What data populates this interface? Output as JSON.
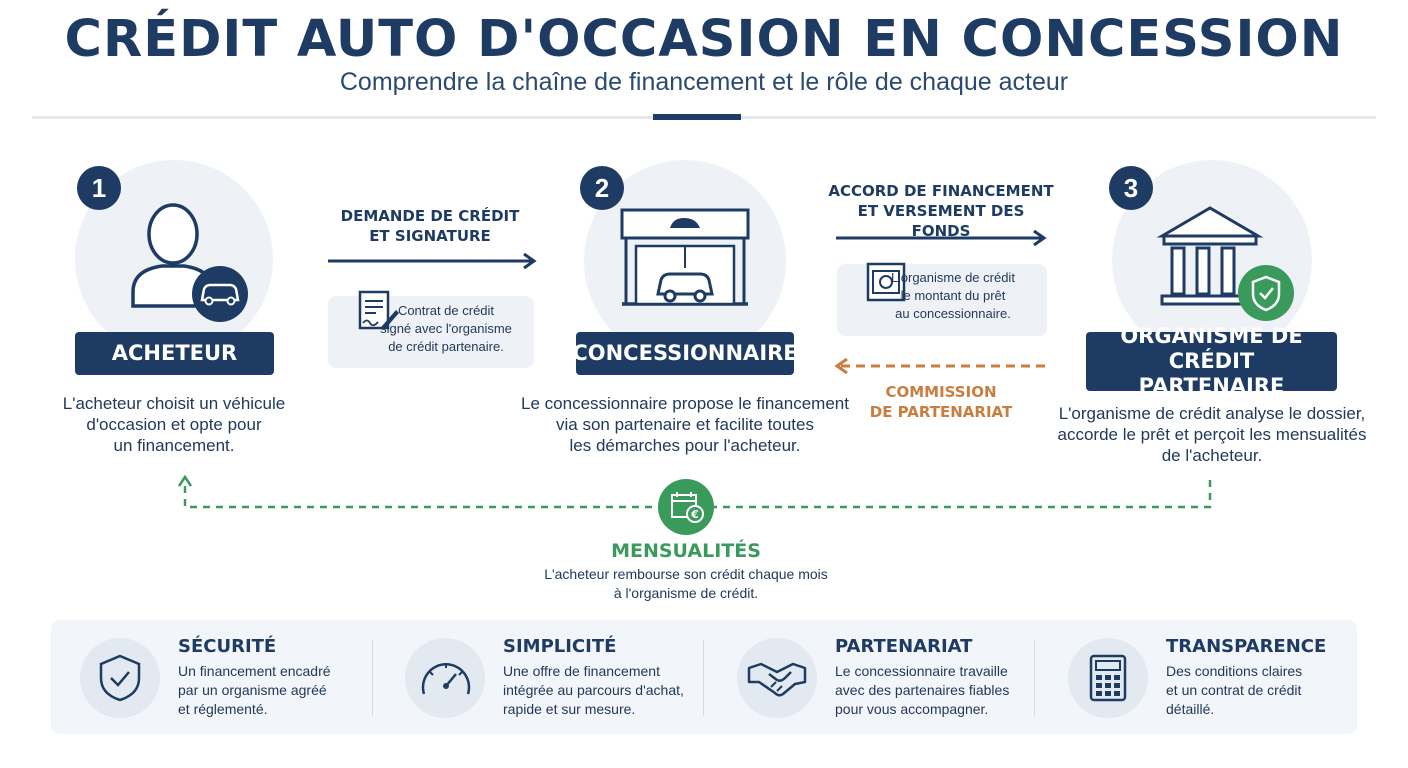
{
  "header": {
    "title": "CRÉDIT AUTO D'OCCASION EN CONCESSION",
    "subtitle": "Comprendre la chaîne de financement et le rôle de chaque acteur"
  },
  "actors": [
    {
      "number": "1",
      "role": "ACHETEUR",
      "icon": "person-car-icon",
      "description": [
        "L'acheteur choisit un véhicule",
        "d'occasion et opte pour",
        "un financement."
      ]
    },
    {
      "number": "2",
      "role": "CONCESSIONNAIRE",
      "icon": "dealership-icon",
      "description": [
        "Le concessionnaire propose le financement",
        "via son partenaire et facilite toutes",
        "les démarches pour l'acheteur."
      ]
    },
    {
      "number": "3",
      "role": [
        "ORGANISME DE CRÉDIT",
        "PARTENAIRE"
      ],
      "icon": "bank-shield-icon",
      "description": [
        "L'organisme de crédit analyse le dossier,",
        "accorde le prêt et perçoit les mensualités",
        "de l'acheteur."
      ]
    }
  ],
  "flows": {
    "demand": {
      "label": [
        "DEMANDE DE CRÉDIT",
        "ET SIGNATURE"
      ],
      "note": [
        "Contrat de crédit",
        "signé avec l'organisme",
        "de crédit partenaire."
      ],
      "icon": "contract-icon"
    },
    "accord": {
      "label": [
        "ACCORD DE FINANCEMENT",
        "ET VERSEMENT DES FONDS"
      ],
      "note": [
        "L'organisme de crédit",
        "le montant du prêt",
        "au concessionnaire."
      ],
      "icon": "banknote-icon"
    },
    "commission": {
      "label": [
        "COMMISSION",
        "DE PARTENARIAT"
      ]
    },
    "monthly": {
      "label": "MENSUALITÉS",
      "description": [
        "L'acheteur rembourse son crédit chaque mois",
        "à l'organisme de crédit."
      ],
      "icon": "calendar-euro-icon"
    }
  },
  "features": [
    {
      "title": "SÉCURITÉ",
      "icon": "shield-check-icon",
      "description": [
        "Un financement encadré",
        "par un organisme agréé",
        "et réglementé."
      ]
    },
    {
      "title": "SIMPLICITÉ",
      "icon": "speedometer-icon",
      "description": [
        "Une offre de financement",
        "intégrée au parcours d'achat,",
        "rapide et sur mesure."
      ]
    },
    {
      "title": "PARTENARIAT",
      "icon": "handshake-icon",
      "description": [
        "Le concessionnaire travaille",
        "avec des partenaires fiables",
        "pour vous accompagner."
      ]
    },
    {
      "title": "TRANSPARENCE",
      "icon": "calculator-icon",
      "description": [
        "Des conditions claires",
        "et un contrat de crédit",
        "détaillé."
      ]
    }
  ],
  "colors": {
    "navy": "#1e3b63",
    "green": "#3a9a5b",
    "orange": "#c97d3f",
    "light": "#eef2f7"
  }
}
